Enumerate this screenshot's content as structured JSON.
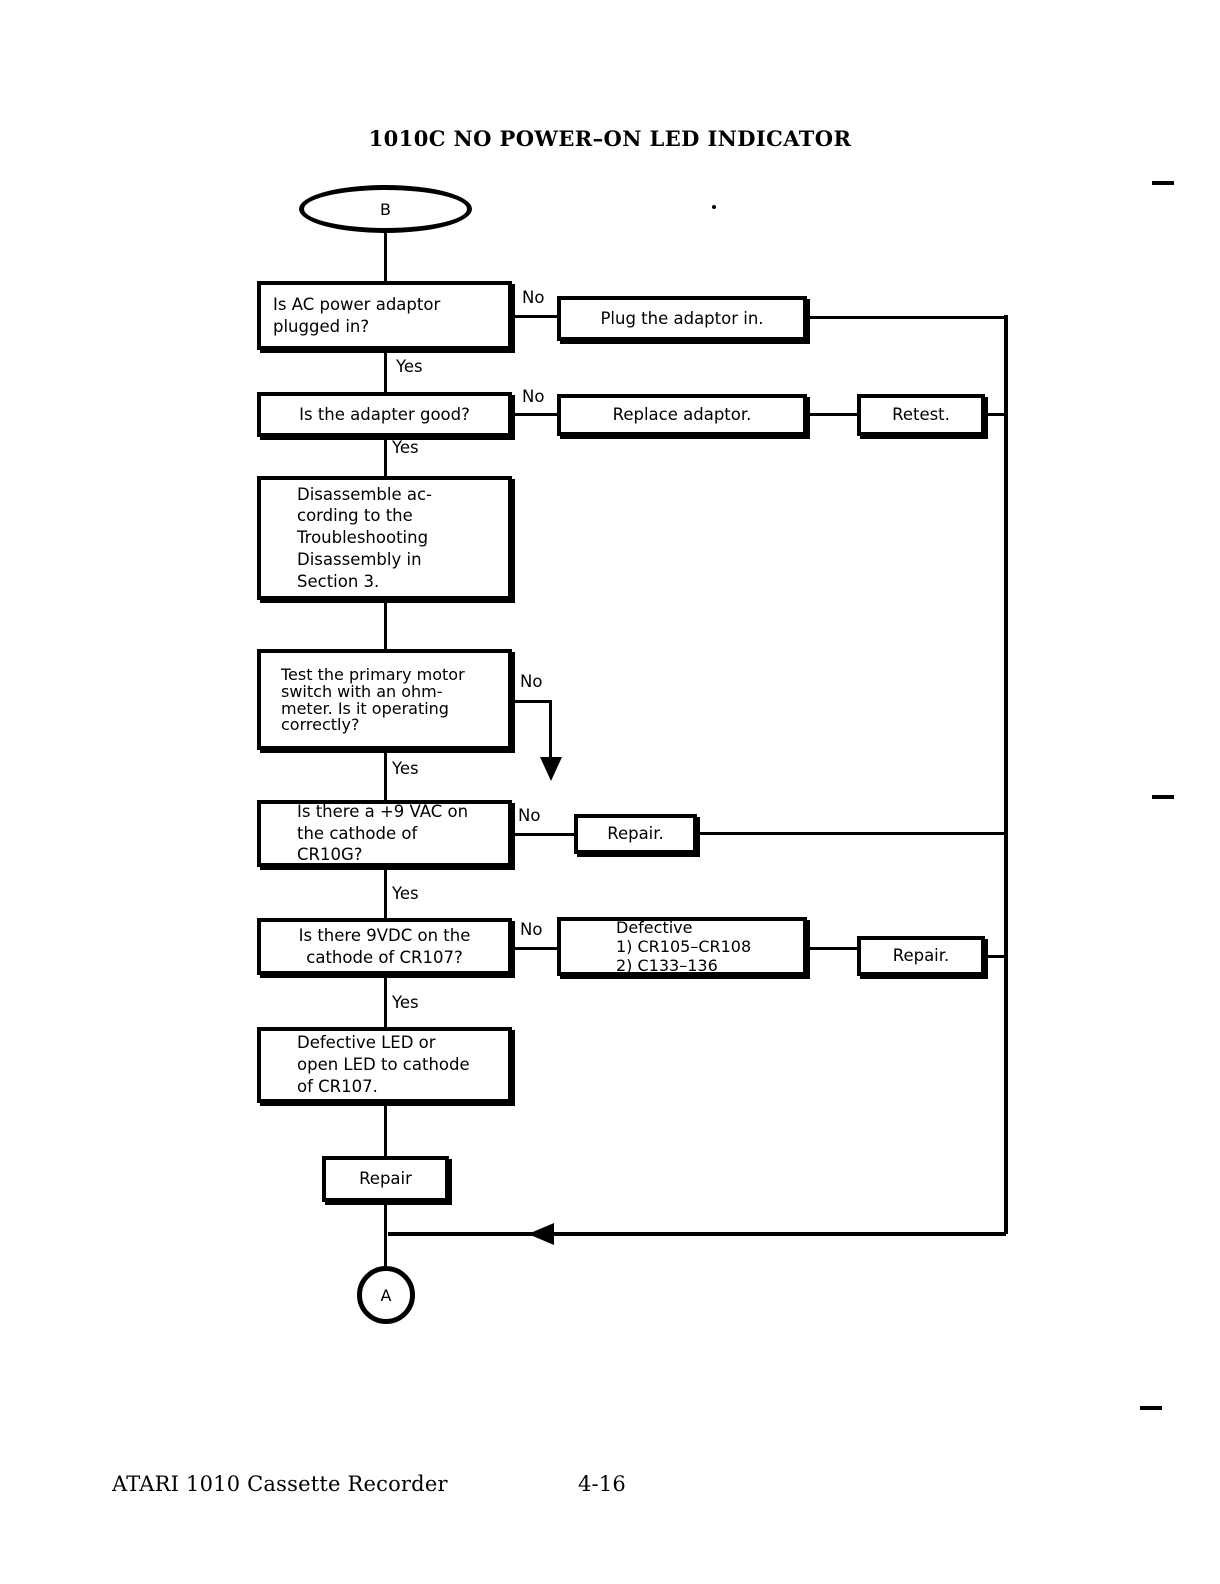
{
  "document": {
    "title": "1010C NO POWER–ON LED INDICATOR",
    "footer_doc": "ATARI 1010 Cassette Recorder",
    "footer_page": "4-16"
  },
  "chart_data": {
    "type": "diagram",
    "diagram_kind": "flowchart",
    "title": "1010C NO POWER–ON LED INDICATOR",
    "nodes": [
      {
        "id": "B",
        "shape": "ellipse",
        "label": "B"
      },
      {
        "id": "q1",
        "shape": "process",
        "label": "Is AC power adaptor\nplugged in?"
      },
      {
        "id": "a1",
        "shape": "process",
        "label": "Plug the adaptor in."
      },
      {
        "id": "q2",
        "shape": "process",
        "label": "Is the adapter good?"
      },
      {
        "id": "a2",
        "shape": "process",
        "label": "Replace adaptor."
      },
      {
        "id": "a2b",
        "shape": "process",
        "label": "Retest."
      },
      {
        "id": "p1",
        "shape": "process",
        "label": "Disassemble ac-\ncording to the\nTroubleshooting\nDisassembly in\nSection 3."
      },
      {
        "id": "q3",
        "shape": "process",
        "label": "Test the primary motor\nswitch with an ohm-\nmeter.  Is it operating\ncorrectly?"
      },
      {
        "id": "q4",
        "shape": "process",
        "label": "Is there a +9 VAC on\nthe cathode of\nCR10G?"
      },
      {
        "id": "a4",
        "shape": "process",
        "label": "Repair."
      },
      {
        "id": "q5",
        "shape": "process",
        "label": "Is there 9VDC on the\ncathode of CR107?"
      },
      {
        "id": "a5",
        "shape": "process",
        "label": "Defective\n1) CR105–CR108\n2) C133–136"
      },
      {
        "id": "a5b",
        "shape": "process",
        "label": "Repair."
      },
      {
        "id": "p2",
        "shape": "process",
        "label": "Defective LED or\nopen LED to cathode\nof CR107."
      },
      {
        "id": "p3",
        "shape": "process",
        "label": "Repair"
      },
      {
        "id": "A",
        "shape": "ellipse",
        "label": "A"
      }
    ],
    "edges": [
      {
        "from": "B",
        "to": "q1",
        "label": ""
      },
      {
        "from": "q1",
        "to": "a1",
        "label": "No"
      },
      {
        "from": "q1",
        "to": "q2",
        "label": "Yes"
      },
      {
        "from": "q2",
        "to": "a2",
        "label": "No"
      },
      {
        "from": "a2",
        "to": "a2b",
        "label": ""
      },
      {
        "from": "q2",
        "to": "p1",
        "label": "Yes"
      },
      {
        "from": "p1",
        "to": "q3",
        "label": ""
      },
      {
        "from": "q3",
        "to": "q4",
        "label": "Yes"
      },
      {
        "from": "q3",
        "to": "a4",
        "label": "No"
      },
      {
        "from": "q4",
        "to": "a4",
        "label": "No"
      },
      {
        "from": "q4",
        "to": "q5",
        "label": "Yes"
      },
      {
        "from": "q5",
        "to": "a5",
        "label": "No"
      },
      {
        "from": "a5",
        "to": "a5b",
        "label": ""
      },
      {
        "from": "q5",
        "to": "p2",
        "label": "Yes"
      },
      {
        "from": "p2",
        "to": "p3",
        "label": ""
      },
      {
        "from": "p3",
        "to": "A",
        "label": ""
      },
      {
        "from": "a1",
        "to": "A",
        "label": ""
      },
      {
        "from": "a2b",
        "to": "A",
        "label": ""
      },
      {
        "from": "a4",
        "to": "A",
        "label": ""
      },
      {
        "from": "a5b",
        "to": "A",
        "label": ""
      }
    ],
    "edge_labels": {
      "no1": "No",
      "yes1": "Yes",
      "no2": "No",
      "yes2": "Yes",
      "no3": "No",
      "yes3": "Yes",
      "no4": "No",
      "yes4": "Yes",
      "no5": "No",
      "yes5": "Yes"
    }
  }
}
